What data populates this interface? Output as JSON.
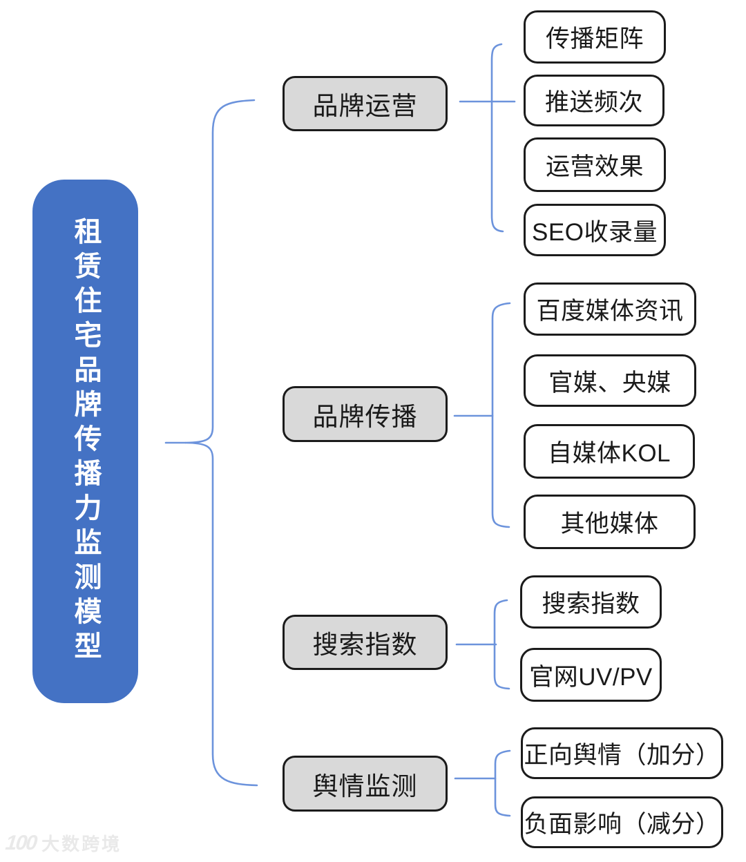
{
  "title": "租赁住宅品牌传播力监测模型",
  "colors": {
    "root_fill": "#4472C4",
    "root_text": "#FFFFFF",
    "branch_fill": "#D9D9D9",
    "leaf_fill": "#FFFFFF",
    "node_border": "#1B1B1B",
    "connector_blue": "#6C93DC",
    "text": "#1A1A1A"
  },
  "branches": [
    {
      "label": "品牌运营",
      "children": [
        "传播矩阵",
        "推送频次",
        "运营效果",
        "SEO收录量"
      ]
    },
    {
      "label": "品牌传播",
      "children": [
        "百度媒体资讯",
        "官媒、央媒",
        "自媒体KOL",
        "其他媒体"
      ]
    },
    {
      "label": "搜索指数",
      "children": [
        "搜索指数",
        "官网UV/PV"
      ]
    },
    {
      "label": "舆情监测",
      "children": [
        "正向舆情（加分）",
        "负面影响（减分）"
      ]
    }
  ],
  "watermark": {
    "logo_text": "100",
    "text": "大数跨境"
  }
}
